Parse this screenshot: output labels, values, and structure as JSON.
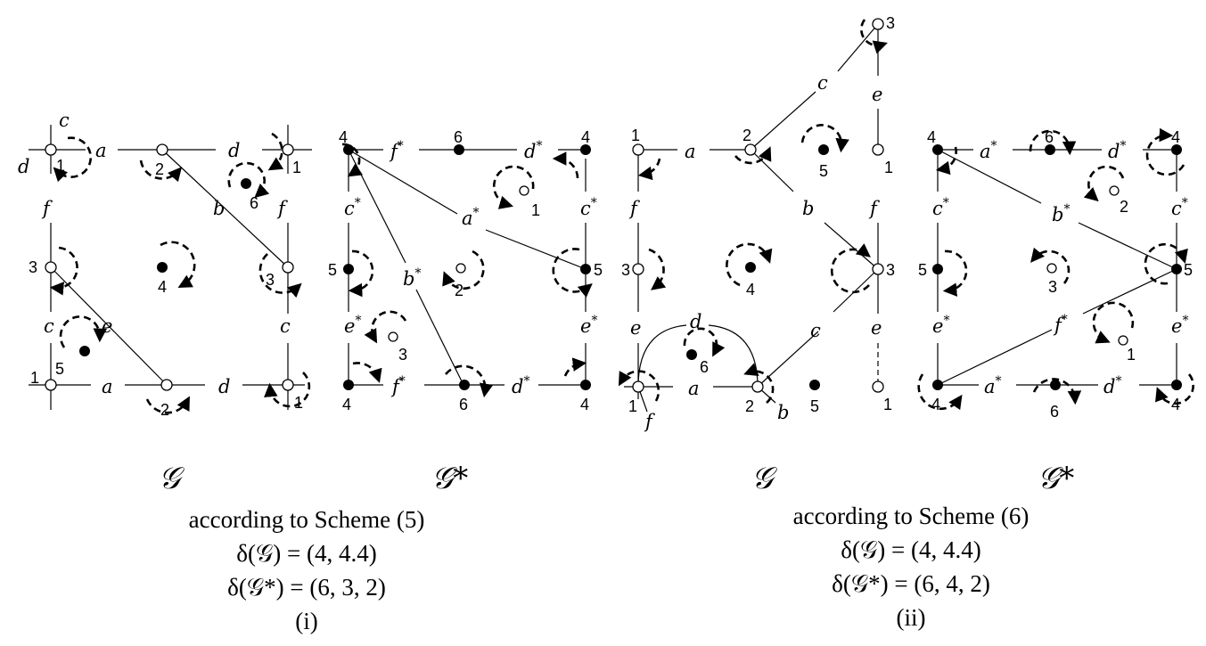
{
  "diagrams": [
    {
      "id": "i",
      "graph_name": "𝒢",
      "dual_name": "𝒢*",
      "scheme_text": "according to Scheme (5)",
      "delta_graph": "δ(𝒢) = (4, 4.4)",
      "delta_dual": "δ(𝒢*) = (6, 3, 2)",
      "roman": "(i)",
      "graph": {
        "edge_labels": [
          "c",
          "a",
          "d",
          "d",
          "f",
          "b",
          "f",
          "e",
          "c",
          "c",
          "a",
          "d"
        ],
        "vertex_labels": [
          "1",
          "2",
          "1",
          "3",
          "3",
          "1",
          "2",
          "1"
        ],
        "face_labels": [
          "6",
          "4",
          "5"
        ]
      },
      "dual": {
        "edge_labels": [
          "f",
          "d",
          "c",
          "a",
          "c",
          "b",
          "e",
          "e",
          "f",
          "d"
        ],
        "vertex_labels": [
          "4",
          "6",
          "4",
          "5",
          "5",
          "4",
          "6",
          "4"
        ],
        "face_labels": [
          "1",
          "2",
          "3"
        ]
      }
    },
    {
      "id": "ii",
      "graph_name": "𝒢",
      "dual_name": "𝒢*",
      "scheme_text": "according to Scheme (6)",
      "delta_graph": "δ(𝒢) = (4, 4.4)",
      "delta_dual": "δ(𝒢*) = (6, 4, 2)",
      "roman": "(ii)",
      "graph": {
        "edge_labels": [
          "c",
          "e",
          "a",
          "b",
          "f",
          "f",
          "e",
          "d",
          "c",
          "e",
          "a",
          "f",
          "b"
        ],
        "vertex_labels": [
          "3",
          "1",
          "2",
          "1",
          "3",
          "3",
          "1",
          "2",
          "1"
        ],
        "face_labels": [
          "5",
          "4",
          "6",
          "5"
        ]
      },
      "dual": {
        "edge_labels": [
          "a",
          "d",
          "b",
          "c",
          "c",
          "f",
          "e",
          "e",
          "a",
          "d"
        ],
        "vertex_labels": [
          "4",
          "6",
          "4",
          "5",
          "5",
          "4",
          "6",
          "4"
        ],
        "face_labels": [
          "2",
          "3",
          "1"
        ]
      }
    }
  ]
}
